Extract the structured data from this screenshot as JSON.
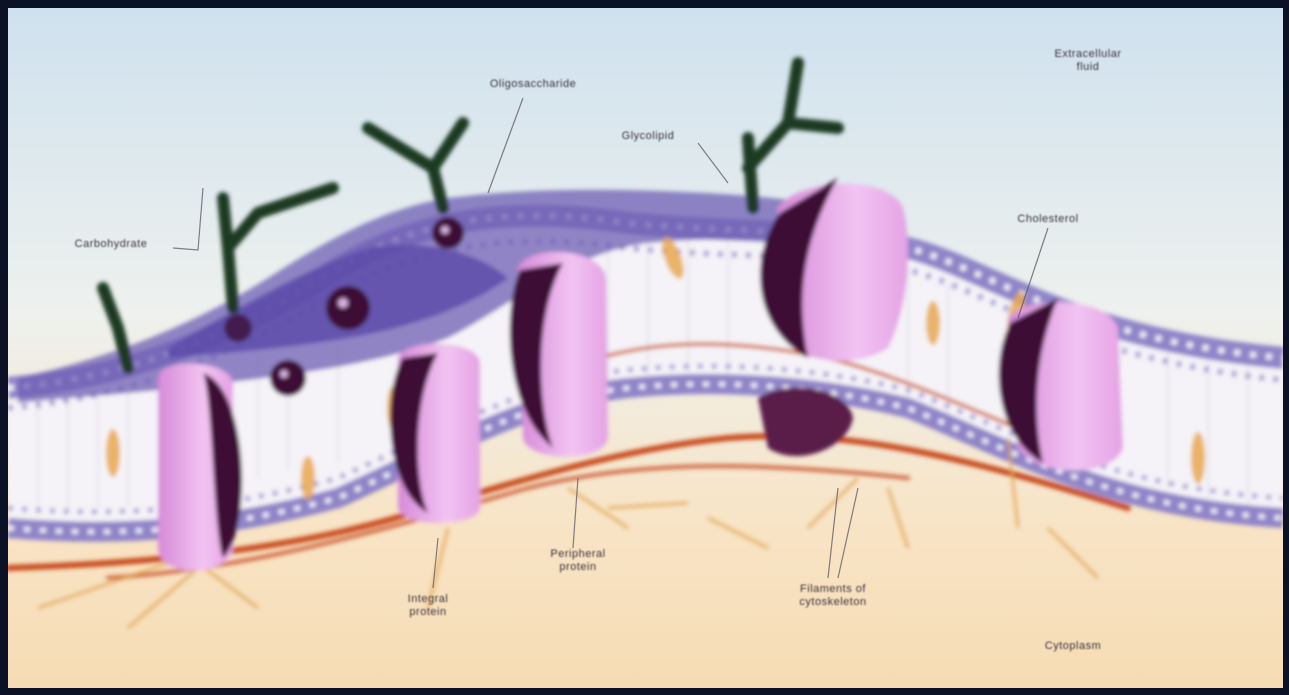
{
  "labels": {
    "extracellular_fluid": "Extracellular\nfluid",
    "oligosaccharide": "Oligosaccharide",
    "glycolipid": "Glycolipid",
    "carbohydrate": "Carbohydrate",
    "cholesterol": "Cholesterol",
    "integral_protein": "Integral\nprotein",
    "peripheral_protein": "Peripheral\nprotein",
    "filaments_of_cytoskeleton": "Filaments of\ncytoskeleton",
    "cytoplasm": "Cytoplasm"
  },
  "colors": {
    "background_top": "#cfe1ee",
    "background_bottom": "#f6dcb4",
    "membrane_head": "#8f84c8",
    "glycocalyx": "#6f5fb4",
    "protein": "#e4a2e4",
    "protein_shadow": "#3c0f36",
    "carbohydrate_chain": "#1d3a22",
    "cholesterol": "#e8a84e",
    "cytoskeleton": "#c8481e",
    "frame": "#0c1226"
  }
}
